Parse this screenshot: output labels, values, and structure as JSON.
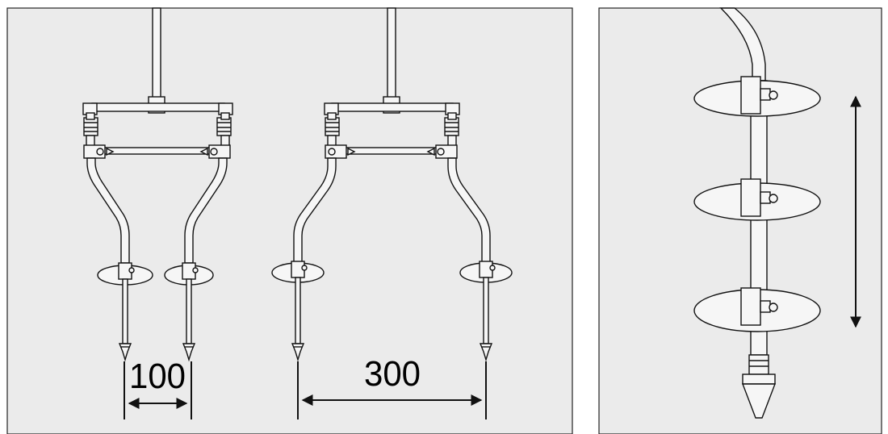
{
  "dimensions": {
    "narrow_spacing": "100",
    "wide_spacing": "300"
  },
  "panels": {
    "left": {
      "description_icon": "sprinkler-manifold-spacing"
    },
    "right": {
      "description_icon": "disc-height-adjustment"
    }
  },
  "colors": {
    "panel_fill": "#ebebeb",
    "line": "#111111",
    "metal": "#f6f6f6"
  }
}
